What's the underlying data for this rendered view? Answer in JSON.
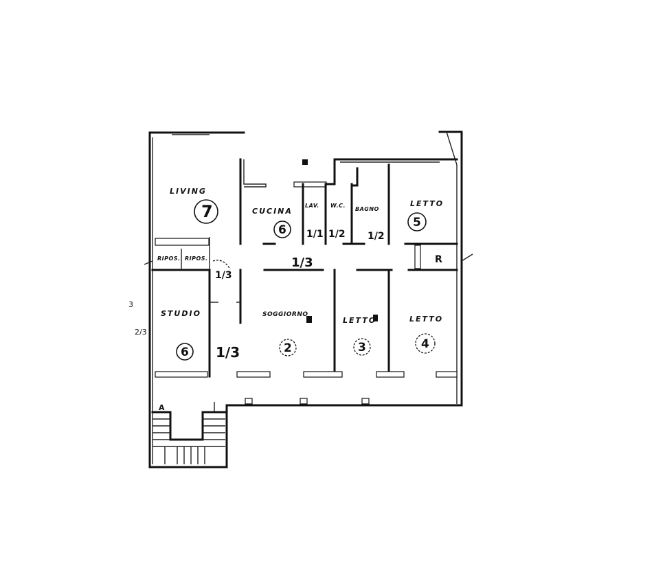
{
  "rooms": {
    "living": "LIVING",
    "cucina": "CUCINA",
    "lavanderia": "LAV.",
    "wc": "W.C.",
    "bagno": "BAGNO",
    "letto_nord": "LETTO",
    "ripostiglio": "RIPOS.",
    "ripostiglio2": "RIPOS.",
    "studio": "STUDIO",
    "soggiorno": "SOGGIORNO",
    "letto_centro": "LETTO",
    "letto_est": "LETTO",
    "r": "R"
  },
  "room_numbers": {
    "living": "7",
    "cucina": "6",
    "letto_nord": "5",
    "studio": "6",
    "soggiorno": "2",
    "letto_centro": "3",
    "letto_est": "4"
  },
  "fractions": {
    "lav": "1/1",
    "wc": "1/2",
    "bagno": "1/2",
    "corridoio": "1/3",
    "ingresso_alto": "1/3",
    "ingresso_basso": "1/3"
  },
  "margin_marks": {
    "top": "3",
    "bottom": "2/3"
  },
  "stair_label": "A"
}
